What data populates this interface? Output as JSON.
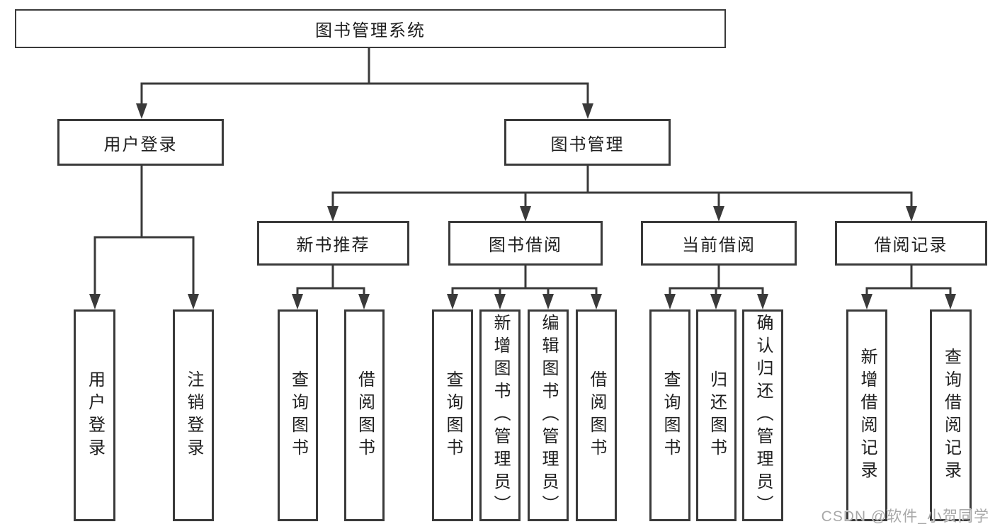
{
  "diagram": {
    "root": {
      "label": "图书管理系统"
    },
    "branches": [
      {
        "label": "用户登录",
        "children": [
          {
            "label": "用户登录"
          },
          {
            "label": "注销登录"
          }
        ]
      },
      {
        "label": "图书管理",
        "children": [
          {
            "label": "新书推荐",
            "children": [
              {
                "label": "查询图书"
              },
              {
                "label": "借阅图书"
              }
            ]
          },
          {
            "label": "图书借阅",
            "children": [
              {
                "label": "查询图书"
              },
              {
                "label": "新增图书（管理员）"
              },
              {
                "label": "编辑图书（管理员）"
              },
              {
                "label": "借阅图书"
              }
            ]
          },
          {
            "label": "当前借阅",
            "children": [
              {
                "label": "查询图书"
              },
              {
                "label": "归还图书"
              },
              {
                "label": "确认归还（管理员）"
              }
            ]
          },
          {
            "label": "借阅记录",
            "children": [
              {
                "label": "新增借阅记录"
              },
              {
                "label": "查询借阅记录"
              }
            ]
          }
        ]
      }
    ]
  },
  "watermark": {
    "text": "CSDN @软件_小贺同学"
  },
  "colors": {
    "line": "#3a3a3a",
    "box_border": "#3a3a3a",
    "text": "#1f1f1f",
    "watermark": "#a8a8a8",
    "background": "#ffffff"
  }
}
